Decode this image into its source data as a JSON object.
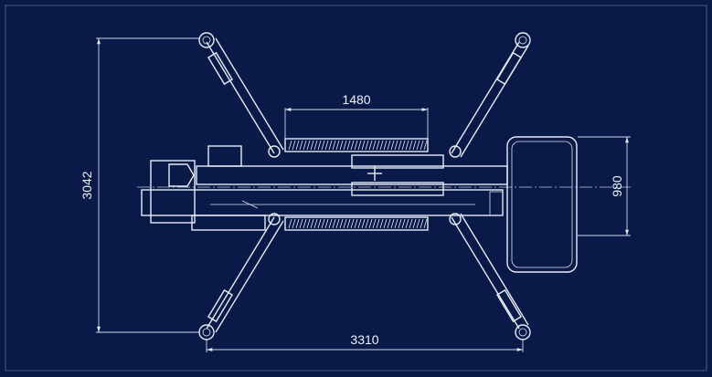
{
  "colors": {
    "background": "#0a1a48",
    "line": "#e6ecf5"
  },
  "dimensions": {
    "overall_width": "3042",
    "track_length": "1480",
    "basket_width": "980",
    "outrigger_span": "3310"
  }
}
